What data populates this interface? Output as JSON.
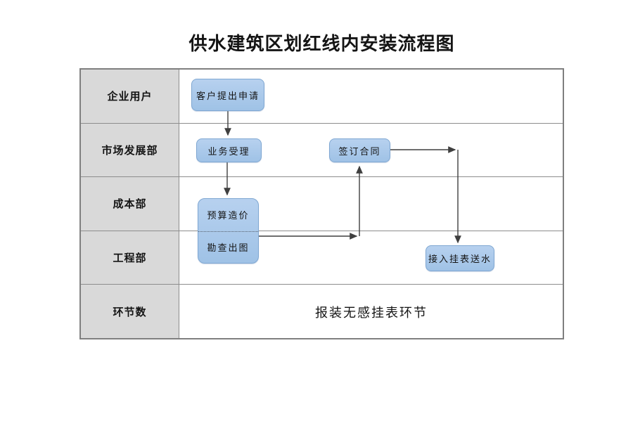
{
  "title": "供水建筑区划红线内安装流程图",
  "swimlanes": [
    {
      "label": "企业用户"
    },
    {
      "label": "市场发展部"
    },
    {
      "label": "成本部"
    },
    {
      "label": "工程部"
    },
    {
      "label": "环节数"
    }
  ],
  "nodes": {
    "apply": {
      "label": "客户提出申请"
    },
    "accept": {
      "label": "业务受理"
    },
    "contract": {
      "label": "签订合同"
    },
    "budget": {
      "label": "预算造价"
    },
    "survey": {
      "label": "勘查出图"
    },
    "meter": {
      "label": "接入挂表送水"
    }
  },
  "footer_note": "报装无感挂表环节",
  "flow_edges": [
    "客户提出申请 -> 业务受理",
    "业务受理 -> 预算造价/勘查出图",
    "勘查出图 -> 签订合同",
    "签订合同 -> 接入挂表送水"
  ],
  "colors": {
    "node_fill_top": "#b7d1ef",
    "node_fill_bottom": "#9fc2e6",
    "node_border": "#7fa7d2",
    "lane_fill": "#d9d9d9",
    "grid": "#8c8c8c",
    "outer": "#7f7f7f",
    "arrow": "#3f3f3f",
    "text": "#141414"
  }
}
